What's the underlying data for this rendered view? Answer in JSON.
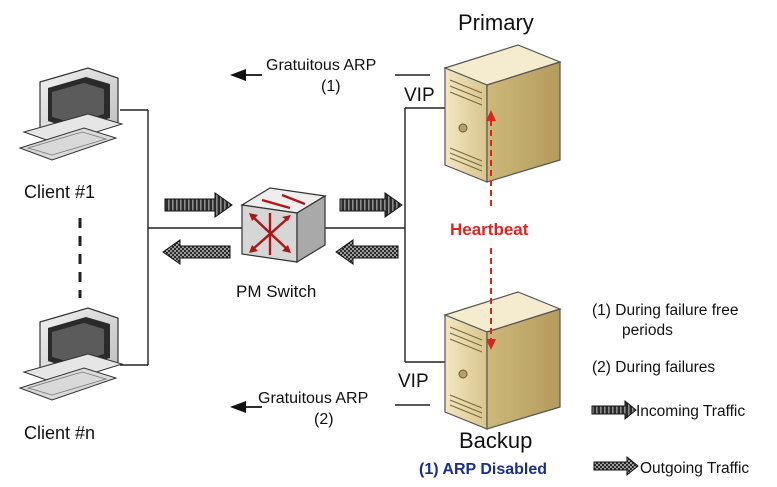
{
  "servers": {
    "primary_label": "Primary",
    "backup_label": "Backup",
    "vip_primary": "VIP",
    "vip_backup": "VIP"
  },
  "clients": {
    "client1_label": "Client #1",
    "clientn_label": "Client #n"
  },
  "arp": {
    "top_text": "Gratuitous ARP",
    "top_index": "(1)",
    "bottom_text": "Gratuitous ARP",
    "bottom_index": "(2)"
  },
  "switch_label": "PM Switch",
  "heartbeat_label": "Heartbeat",
  "arp_disabled_label": "(1) ARP Disabled",
  "legend": {
    "item1_line1": "(1) During failure free",
    "item1_line2": "periods",
    "item2": "(2) During failures",
    "incoming": "Incoming Traffic",
    "outgoing": "Outgoing Traffic"
  },
  "colors": {
    "heartbeat": "#e0241c",
    "arp_disabled": "#1a2f8a",
    "server_body": "#e9d9a8",
    "switch_body": "#d9d9d9",
    "arrow_fill": "#2b2b2b"
  }
}
